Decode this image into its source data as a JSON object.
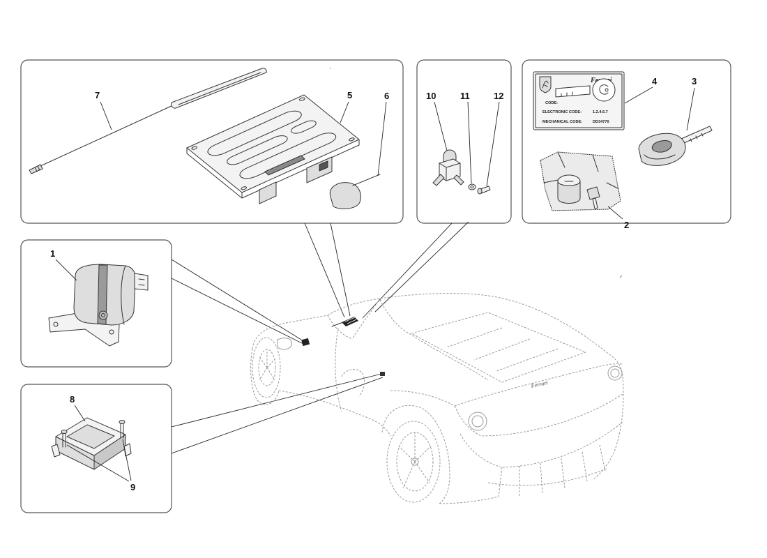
{
  "callouts": {
    "part_1": "1",
    "part_2": "2",
    "part_3": "3",
    "part_4": "4",
    "part_5": "5",
    "part_6": "6",
    "part_7": "7",
    "part_8": "8",
    "part_9": "9",
    "part_10": "10",
    "part_11": "11",
    "part_12": "12"
  },
  "code_card": {
    "brand": "Ferrari",
    "code_label": "CODE:",
    "electronic_label": "ELECTRONIC CODE:",
    "electronic_value": "1.2.4.6.7",
    "mechanical_label": "MECHANICAL CODE:",
    "mechanical_value": "DD34770"
  },
  "car_badge": "Ferrari",
  "colors": {
    "line": "#333333",
    "car_line": "#9a9a9a",
    "box_stroke": "#555555",
    "background": "#ffffff",
    "shade": "#dedede"
  }
}
